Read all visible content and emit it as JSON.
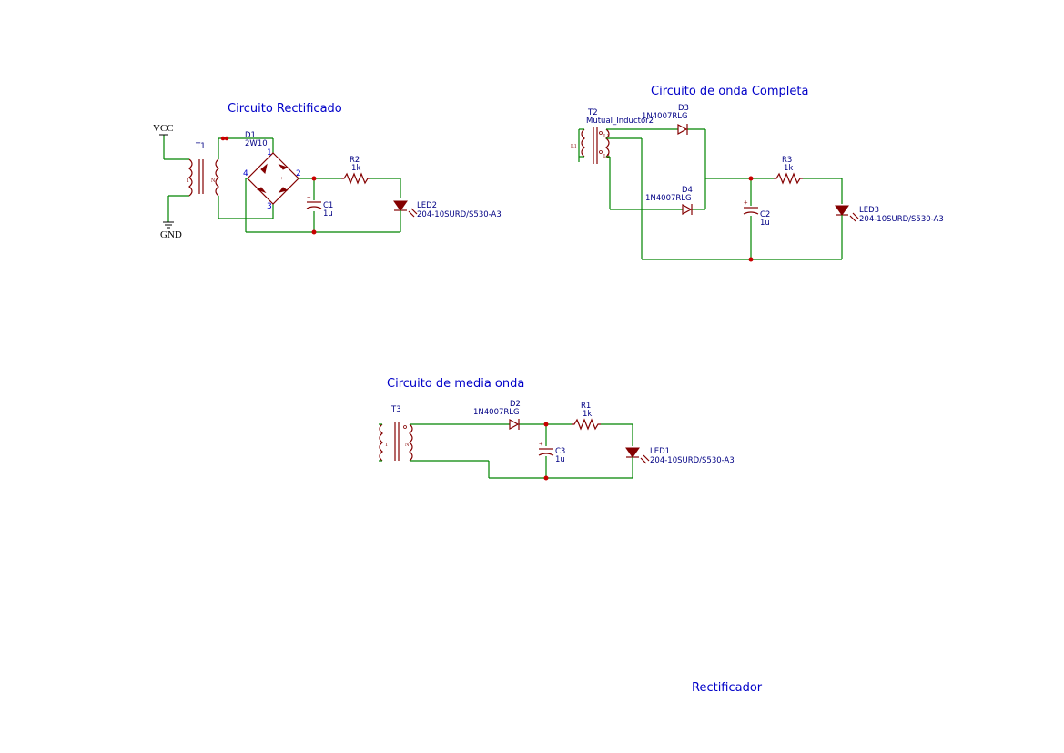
{
  "titles": {
    "rectified": "Circuito Rectificado",
    "full_wave": "Circuito de onda Completa",
    "half_wave": "Circuito de media onda",
    "sheet": "Rectificador"
  },
  "power": {
    "vcc": "VCC",
    "gnd": "GND"
  },
  "components": {
    "T1": {
      "ref": "T1"
    },
    "D1": {
      "ref": "D1",
      "value": "2W10",
      "pin1": "1",
      "pin2": "2",
      "pin3": "3",
      "pin4": "4"
    },
    "R2": {
      "ref": "R2",
      "value": "1k"
    },
    "C1": {
      "ref": "C1",
      "value": "1u"
    },
    "LED2": {
      "ref": "LED2",
      "value": "204-10SURD/S530-A3"
    },
    "T2": {
      "ref": "T2",
      "value": "Mutual_Inductor2"
    },
    "D3": {
      "ref": "D3",
      "value": "1N4007RLG"
    },
    "D4": {
      "ref": "D4",
      "value": "1N4007RLG"
    },
    "R3": {
      "ref": "R3",
      "value": "1k"
    },
    "C2": {
      "ref": "C2",
      "value": "1u"
    },
    "LED3": {
      "ref": "LED3",
      "value": "204-10SURD/S530-A3"
    },
    "T3": {
      "ref": "T3"
    },
    "D2": {
      "ref": "D2",
      "value": "1N4007RLG"
    },
    "R1": {
      "ref": "R1",
      "value": "1k"
    },
    "C3": {
      "ref": "C3",
      "value": "1u"
    },
    "LED1": {
      "ref": "LED1",
      "value": "204-10SURD/S530-A3"
    }
  },
  "colors": {
    "wire": "#008400",
    "component": "#840000",
    "label": "#000084",
    "title": "#0000c8",
    "junction": "#c80000"
  }
}
